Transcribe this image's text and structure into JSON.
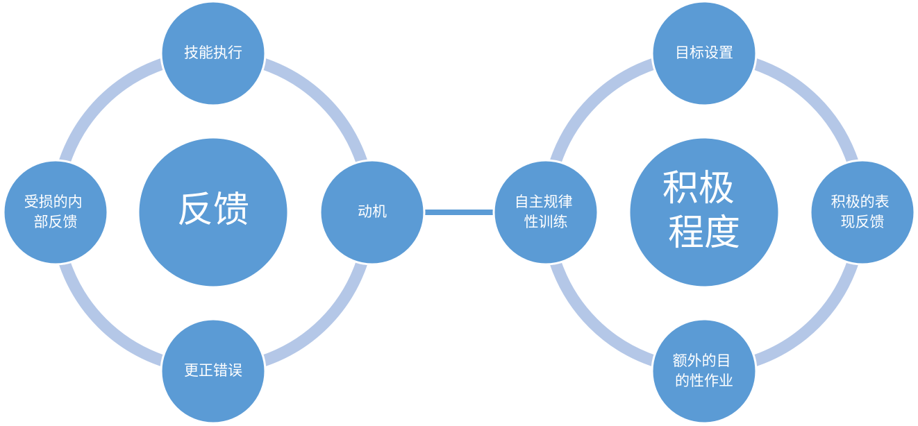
{
  "diagram": {
    "left_cycle": {
      "center": {
        "lines": [
          "反馈"
        ]
      },
      "top": {
        "lines": [
          "技能执行"
        ]
      },
      "right": {
        "lines": [
          "动机"
        ]
      },
      "bottom": {
        "lines": [
          "更正错误"
        ]
      },
      "left": {
        "lines": [
          "受损的内",
          "部反馈"
        ]
      }
    },
    "right_cycle": {
      "center": {
        "lines": [
          "积极",
          "程度"
        ]
      },
      "top": {
        "lines": [
          "目标设置"
        ]
      },
      "right": {
        "lines": [
          "积极的表",
          "现反馈"
        ]
      },
      "bottom": {
        "lines": [
          "额外的目",
          "的性作业"
        ]
      },
      "left": {
        "lines": [
          "自主规律",
          "性训练"
        ]
      }
    }
  },
  "colors": {
    "node_fill": "#5b9bd5",
    "ring_stroke": "#b4c7e7",
    "connector": "#5b9bd5",
    "text": "#ffffff"
  }
}
